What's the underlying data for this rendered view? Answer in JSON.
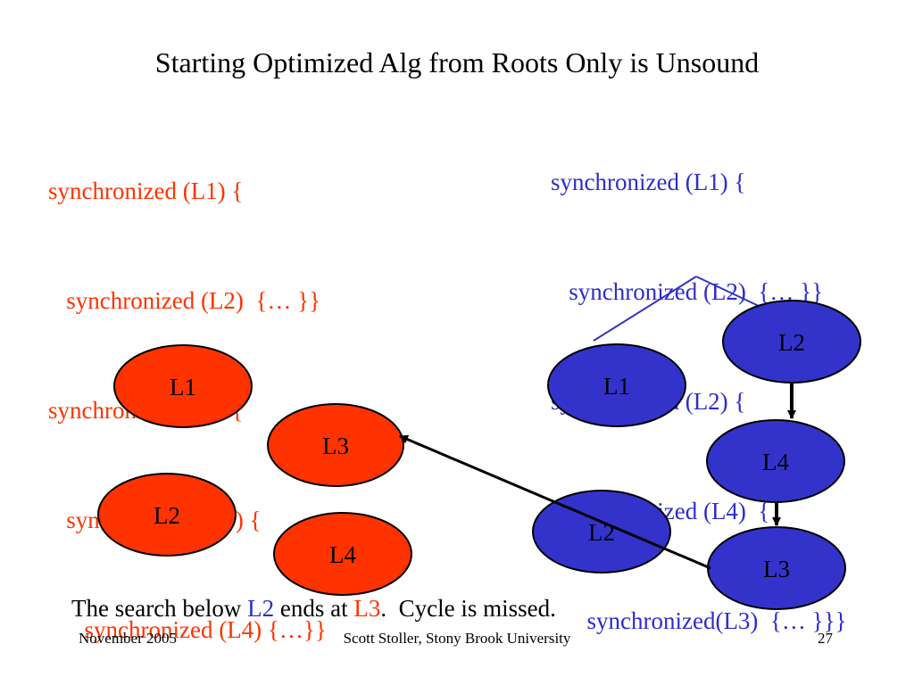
{
  "title": "Starting Optimized Alg from Roots Only is Unsound",
  "code_left": {
    "color": "#ff3300",
    "lines": [
      "synchronized (L1) {",
      "   synchronized (L2)  {… }}",
      "synchronized(L1)  {",
      "   synchronized (L3) {",
      "      synchronized (L4) {…}}"
    ]
  },
  "code_right": {
    "color": "#2d2dcc",
    "lines": [
      "synchronized (L1) {",
      "   synchronized (L2)  {… }}",
      "synchronized (L2) {",
      "   synchronized (L4)  {",
      "      synchronized(L3)  {… }}}"
    ]
  },
  "left_graph": {
    "fill": "#ff3300",
    "nodes": [
      "L1",
      "L3",
      "L2",
      "L4"
    ]
  },
  "right_graph": {
    "fill": "#3333cc",
    "nodes": [
      "L1",
      "L2",
      "L4",
      "L2",
      "L3"
    ]
  },
  "caption": {
    "part1": "The search below ",
    "hl1": "L2",
    "part2": " ends at ",
    "hl2": "L3",
    "part3": ".  Cycle is missed.",
    "hl1_color": "#2d2dcc",
    "hl2_color": "#ff3300"
  },
  "footer": {
    "date": "November 2005",
    "author": "Scott Stoller, Stony Brook University",
    "page": "27"
  }
}
